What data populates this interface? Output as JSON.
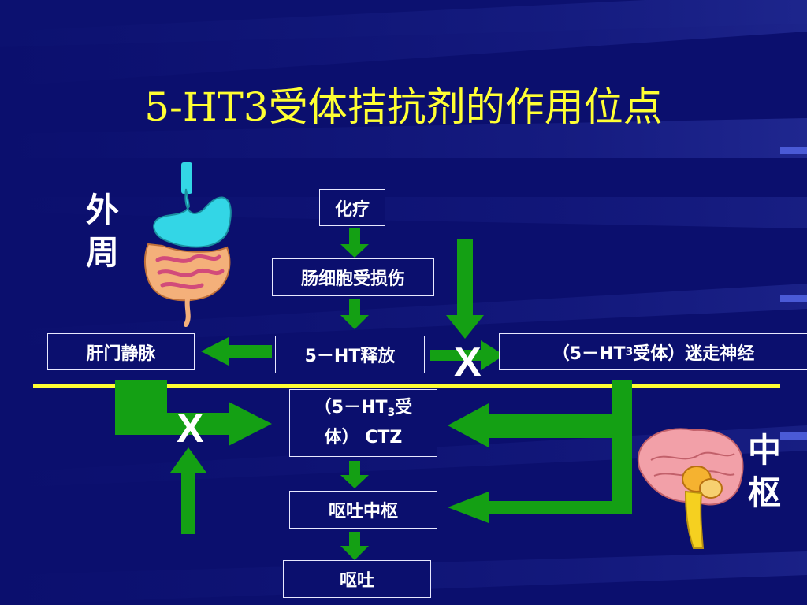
{
  "title": "5-HT3受体拮抗剂的作用位点",
  "labels": {
    "peripheral": [
      "外",
      "周"
    ],
    "central": [
      "中",
      "枢"
    ]
  },
  "boxes": {
    "chemo": "化疗",
    "intestine": "肠细胞受损伤",
    "release": "5－HT释放",
    "portal": "肝门静脉",
    "vagus_pre": "（5－HT",
    "vagus_sub": "3",
    "vagus_post": "受体）迷走神经",
    "ctz_pre": "（5－HT",
    "ctz_sub": "3",
    "ctz_post": "受",
    "ctz_line2": "体） CTZ",
    "vomit_center": "呕吐中枢",
    "vomit": "呕吐"
  },
  "block_marks": {
    "vagus": "X",
    "portal": "X"
  },
  "icons": {
    "stomach": "stomach-intestine-icon",
    "brain": "brain-icon"
  },
  "colors": {
    "background": "#0b0f6e",
    "title": "#ffff33",
    "arrow": "#14a014",
    "divider": "#ffff33",
    "text": "#ffffff"
  }
}
